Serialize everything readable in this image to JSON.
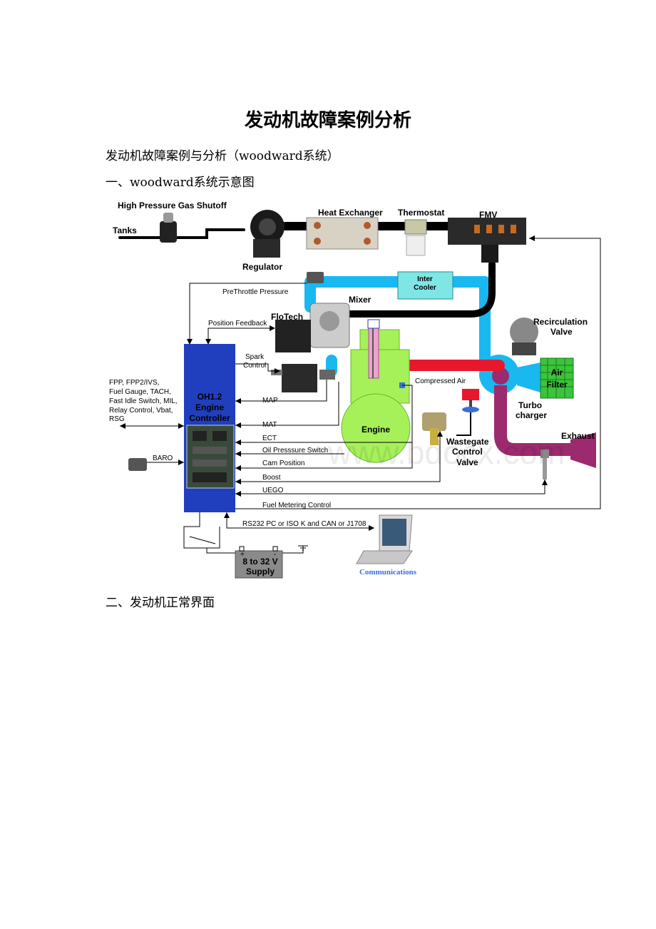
{
  "page": {
    "title": "发动机故障案例分析",
    "subtitle": "发动机故障案例与分析（woodward系统）",
    "section1": "一、woodward系统示意图",
    "section2": "二、发动机正常界面",
    "watermark": "www.bdocx.com"
  },
  "diagram": {
    "labels": {
      "high_pressure_shutoff": "High Pressure Gas Shutoff",
      "tanks": "Tanks",
      "regulator": "Regulator",
      "heat_exchanger": "Heat Exchanger",
      "thermostat": "Thermostat",
      "fmv": "FMV",
      "prethrottle_pressure": "PreThrottle Pressure",
      "inter_cooler_1": "Inter",
      "inter_cooler_2": "Cooler",
      "mixer": "Mixer",
      "flotech": "FloTech",
      "position_feedback": "Position Feedback",
      "recirc_1": "Recirculation",
      "recirc_2": "Valve",
      "spark_1": "Spark",
      "spark_2": "Control",
      "fpp_1": "FPP, FPP2/IVS,",
      "fpp_2": "Fuel Gauge, TACH,",
      "fpp_3": "Fast Idle Switch, MIL,",
      "fpp_4": "Relay Control, Vbat,",
      "fpp_5": "RSG",
      "ecu_1": "OH1.2",
      "ecu_2": "Engine",
      "ecu_3": "Controller",
      "compressed_air": "Compressed Air",
      "air_filter_1": "Air",
      "air_filter_2": "Filter",
      "turbo_1": "Turbo",
      "turbo_2": "charger",
      "map": "MAP",
      "engine": "Engine",
      "exhaust": "Exhaust",
      "mat": "MAT",
      "ect": "ECT",
      "wastegate_1": "Wastegate",
      "wastegate_2": "Control",
      "wastegate_3": "Valve",
      "baro": "BARO",
      "oil_switch": "Oil Presssure Switch",
      "cam_position": "Cam Position",
      "boost": "Boost",
      "uego": "UEGO",
      "fuel_metering": "Fuel Metering Control",
      "rs232": "RS232 PC or ISO K and CAN or J1708",
      "supply_1": "8 to 32 V",
      "supply_2": "Supply",
      "plus": "+",
      "minus": "-",
      "communications": "Communications"
    },
    "colors": {
      "ecu_blue": "#1f3fbf",
      "air_cyan": "#1ab8f0",
      "compressed_red": "#e8182c",
      "exhaust_purple": "#9c2a6e",
      "engine_green": "#a6f05a",
      "filter_green": "#3cc43c",
      "cooler_fill": "#7fe6e6",
      "supply_grey": "#8a8a8a",
      "comm_blue": "#3a6fd8",
      "compressed_text": "#22a84a"
    }
  }
}
